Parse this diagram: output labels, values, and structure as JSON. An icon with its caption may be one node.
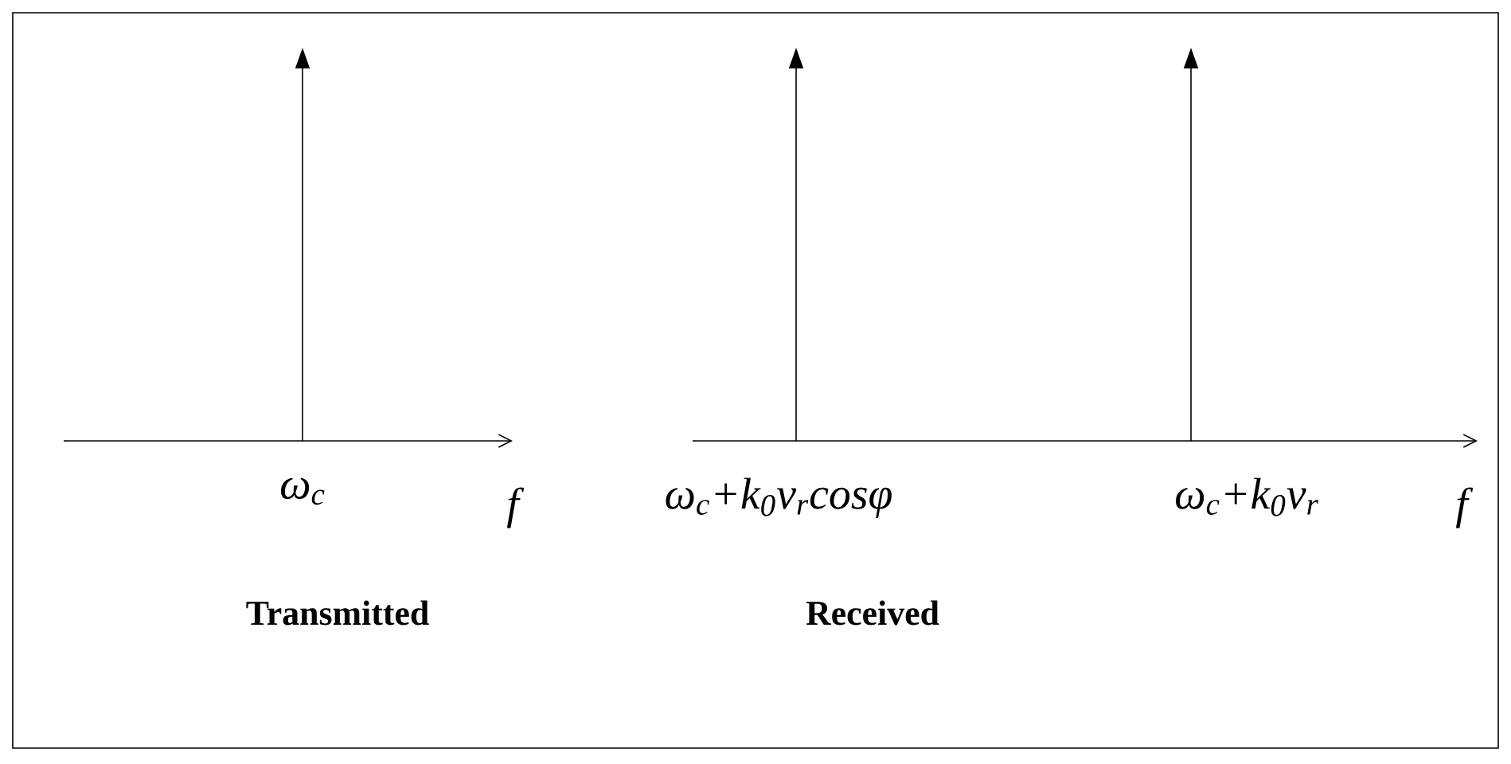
{
  "diagram": {
    "labels": [
      "ω$_{c}$",
      "f",
      "ω$_{c}$+k$_{0}$v$_{r}$cosφ",
      "ω$_{c}$+k$_{0}$v$_{r}$",
      "f",
      "Transmitted",
      "Received"
    ]
  }
}
